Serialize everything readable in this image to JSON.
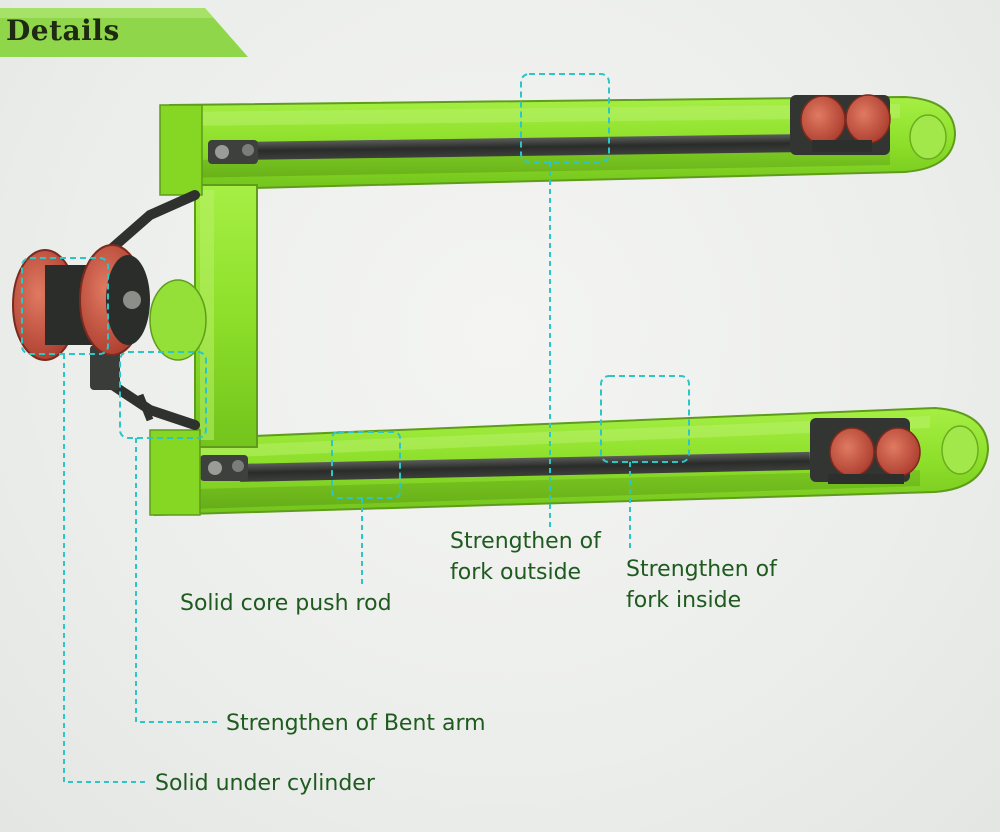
{
  "header": {
    "title": "Details"
  },
  "callouts": {
    "fork_outside": {
      "line1": "Strengthen of",
      "line2": "fork outside"
    },
    "fork_inside": {
      "line1": "Strengthen of",
      "line2": "fork inside"
    },
    "push_rod": "Solid core push rod",
    "bent_arm": "Strengthen of Bent arm",
    "under_cylinder": "Solid under cylinder"
  },
  "colors": {
    "frame_green": "#8fe12a",
    "wheel_red": "#c94c3a",
    "callout_cyan": "#2ec5c5",
    "label_green": "#1f5a1f",
    "banner_green": "#8fd64a"
  }
}
